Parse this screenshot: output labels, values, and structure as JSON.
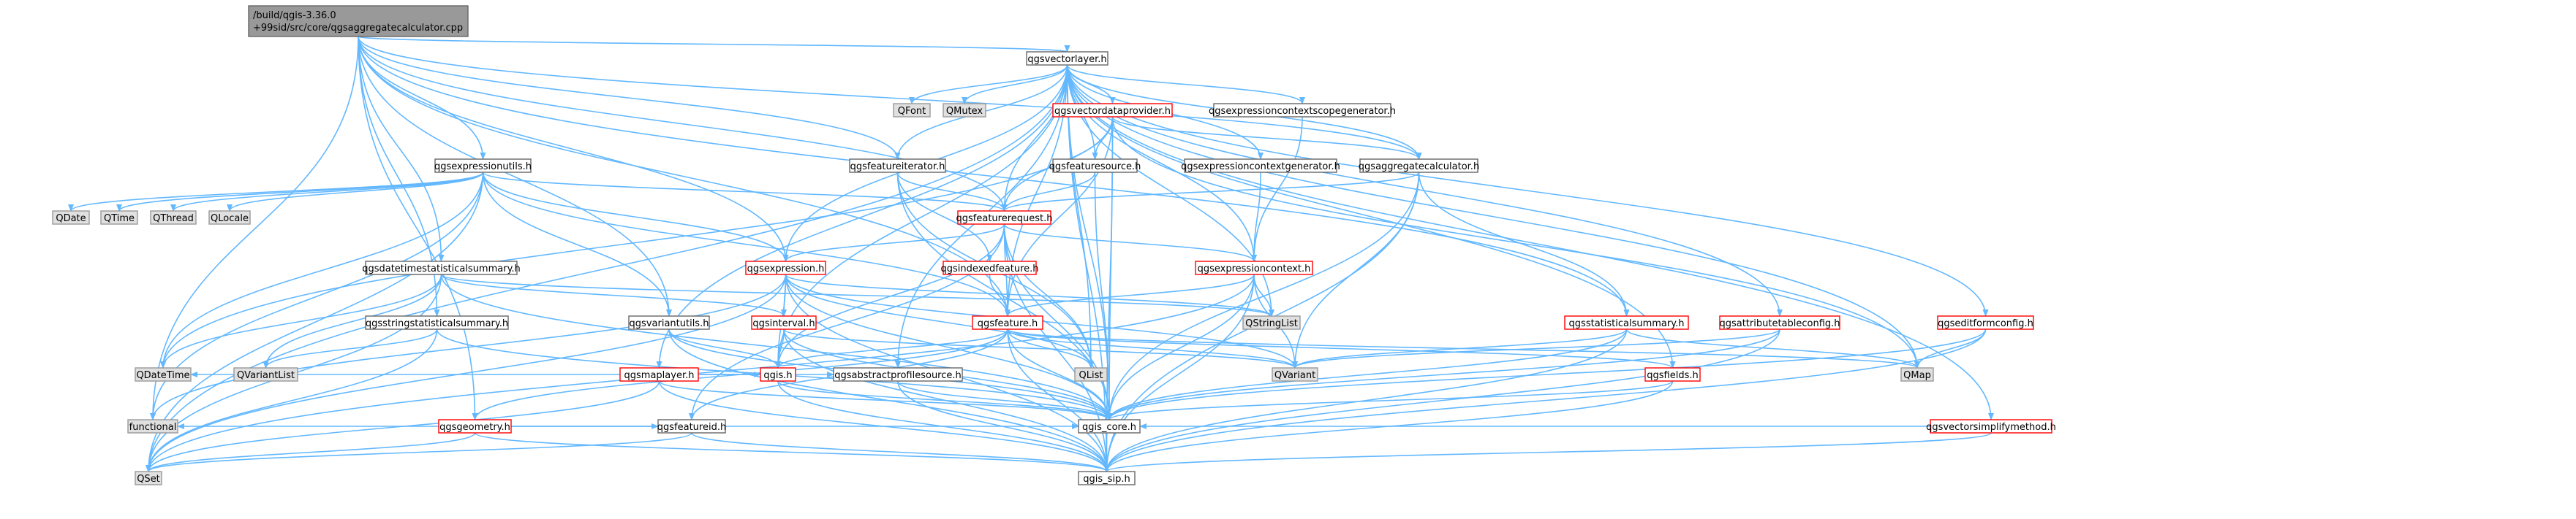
{
  "colors": {
    "edge": "#63b8ff",
    "root_fill": "#999999",
    "root_stroke": "#666666",
    "normal_fill": "#ffffff",
    "normal_stroke": "#666666",
    "red_stroke": "#ff0000",
    "ext_fill": "#e0e0e0",
    "ext_stroke": "#999999"
  },
  "nodes": [
    {
      "id": "root",
      "label": "/build/qgis-3.36.0\n+99sid/src/core/qgsaggregatecalculator.cpp",
      "type": "root"
    },
    {
      "id": "vl",
      "label": "qgsvectorlayer.h",
      "type": "normal"
    },
    {
      "id": "eu",
      "label": "qgsexpressionutils.h",
      "type": "normal"
    },
    {
      "id": "qfont",
      "label": "QFont",
      "type": "ext"
    },
    {
      "id": "qmutex",
      "label": "QMutex",
      "type": "ext"
    },
    {
      "id": "vdp",
      "label": "qgsvectordataprovider.h",
      "type": "red"
    },
    {
      "id": "ecsg",
      "label": "qgsexpressioncontextscopegenerator.h",
      "type": "normal"
    },
    {
      "id": "fi",
      "label": "qgsfeatureiterator.h",
      "type": "normal"
    },
    {
      "id": "fs",
      "label": "qgsfeaturesource.h",
      "type": "normal"
    },
    {
      "id": "ecg",
      "label": "qgsexpressioncontextgenerator.h",
      "type": "normal"
    },
    {
      "id": "ac",
      "label": "qgsaggregatecalculator.h",
      "type": "normal"
    },
    {
      "id": "qdate",
      "label": "QDate",
      "type": "ext"
    },
    {
      "id": "qtime",
      "label": "QTime",
      "type": "ext"
    },
    {
      "id": "qthread",
      "label": "QThread",
      "type": "ext"
    },
    {
      "id": "qlocale",
      "label": "QLocale",
      "type": "ext"
    },
    {
      "id": "fr",
      "label": "qgsfeaturerequest.h",
      "type": "red"
    },
    {
      "id": "dtss",
      "label": "qgsdatetimestatisticalsummary.h",
      "type": "normal"
    },
    {
      "id": "expr",
      "label": "qgsexpression.h",
      "type": "red"
    },
    {
      "id": "if",
      "label": "qgsindexedfeature.h",
      "type": "red"
    },
    {
      "id": "ec",
      "label": "qgsexpressioncontext.h",
      "type": "red"
    },
    {
      "id": "sss",
      "label": "qgsstringstatisticalsummary.h",
      "type": "normal"
    },
    {
      "id": "varu",
      "label": "qgsvariantutils.h",
      "type": "normal"
    },
    {
      "id": "intv",
      "label": "qgsinterval.h",
      "type": "red"
    },
    {
      "id": "feat",
      "label": "qgsfeature.h",
      "type": "red"
    },
    {
      "id": "qsl",
      "label": "QStringList",
      "type": "ext"
    },
    {
      "id": "ss",
      "label": "qgsstatisticalsummary.h",
      "type": "red"
    },
    {
      "id": "atc",
      "label": "qgsattributetableconfig.h",
      "type": "red"
    },
    {
      "id": "efc",
      "label": "qgseditformconfig.h",
      "type": "red"
    },
    {
      "id": "ml",
      "label": "qgsmaplayer.h",
      "type": "red"
    },
    {
      "id": "qvl",
      "label": "QVariantList",
      "type": "ext"
    },
    {
      "id": "qdt",
      "label": "QDateTime",
      "type": "ext"
    },
    {
      "id": "qgis",
      "label": "qgis.h",
      "type": "red"
    },
    {
      "id": "apls",
      "label": "qgsabstractprofilesource.h",
      "type": "normal"
    },
    {
      "id": "qlist",
      "label": "QList",
      "type": "ext"
    },
    {
      "id": "qvar",
      "label": "QVariant",
      "type": "ext"
    },
    {
      "id": "fields",
      "label": "qgsfields.h",
      "type": "red"
    },
    {
      "id": "qmap",
      "label": "QMap",
      "type": "ext"
    },
    {
      "id": "vsm",
      "label": "qgsvectorsimplifymethod.h",
      "type": "red"
    },
    {
      "id": "geom",
      "label": "qgsgeometry.h",
      "type": "red"
    },
    {
      "id": "func",
      "label": "functional",
      "type": "ext"
    },
    {
      "id": "fid",
      "label": "qgsfeatureid.h",
      "type": "normal"
    },
    {
      "id": "core",
      "label": "qgis_core.h",
      "type": "normal"
    },
    {
      "id": "qset",
      "label": "QSet",
      "type": "ext"
    },
    {
      "id": "sip",
      "label": "qgis_sip.h",
      "type": "normal"
    }
  ],
  "edges": [
    [
      "root",
      "vl"
    ],
    [
      "root",
      "eu"
    ],
    [
      "root",
      "ac"
    ],
    [
      "root",
      "fi"
    ],
    [
      "root",
      "fr"
    ],
    [
      "root",
      "feat"
    ],
    [
      "root",
      "dtss"
    ],
    [
      "root",
      "sss"
    ],
    [
      "root",
      "geom"
    ],
    [
      "root",
      "ss"
    ],
    [
      "root",
      "varu"
    ],
    [
      "root",
      "func"
    ],
    [
      "root",
      "expr"
    ],
    [
      "vl",
      "qfont"
    ],
    [
      "vl",
      "qmutex"
    ],
    [
      "vl",
      "vdp"
    ],
    [
      "vl",
      "ecsg"
    ],
    [
      "vl",
      "fi"
    ],
    [
      "vl",
      "fs"
    ],
    [
      "vl",
      "ecg"
    ],
    [
      "vl",
      "ac"
    ],
    [
      "vl",
      "fr"
    ],
    [
      "vl",
      "feat"
    ],
    [
      "vl",
      "ec"
    ],
    [
      "vl",
      "ml"
    ],
    [
      "vl",
      "qgis"
    ],
    [
      "vl",
      "qset"
    ],
    [
      "vl",
      "qsl"
    ],
    [
      "vl",
      "qlist"
    ],
    [
      "vl",
      "qmap"
    ],
    [
      "vl",
      "fields"
    ],
    [
      "vl",
      "efc"
    ],
    [
      "vl",
      "atc"
    ],
    [
      "vl",
      "vsm"
    ],
    [
      "vl",
      "core"
    ],
    [
      "vl",
      "sip"
    ],
    [
      "vl",
      "apls"
    ],
    [
      "vl",
      "expr"
    ],
    [
      "vdp",
      "fs"
    ],
    [
      "vdp",
      "fr"
    ],
    [
      "vdp",
      "feat"
    ],
    [
      "vdp",
      "ac"
    ],
    [
      "vdp",
      "qmap"
    ],
    [
      "vdp",
      "core"
    ],
    [
      "vdp",
      "sip"
    ],
    [
      "vdp",
      "qdt"
    ],
    [
      "eu",
      "qdate"
    ],
    [
      "eu",
      "qtime"
    ],
    [
      "eu",
      "qthread"
    ],
    [
      "eu",
      "qlocale"
    ],
    [
      "eu",
      "fr"
    ],
    [
      "eu",
      "expr"
    ],
    [
      "eu",
      "feat"
    ],
    [
      "eu",
      "varu"
    ],
    [
      "eu",
      "qdt"
    ],
    [
      "eu",
      "func"
    ],
    [
      "eu",
      "qset"
    ],
    [
      "fi",
      "fr"
    ],
    [
      "fi",
      "if"
    ],
    [
      "fi",
      "qlist"
    ],
    [
      "fi",
      "core"
    ],
    [
      "fs",
      "fr"
    ],
    [
      "fs",
      "core"
    ],
    [
      "ecg",
      "ec"
    ],
    [
      "ecsg",
      "ec"
    ],
    [
      "ac",
      "fr"
    ],
    [
      "ac",
      "ss"
    ],
    [
      "ac",
      "qvar"
    ],
    [
      "ac",
      "core"
    ],
    [
      "ac",
      "sip"
    ],
    [
      "fr",
      "expr"
    ],
    [
      "fr",
      "feat"
    ],
    [
      "fr",
      "ec"
    ],
    [
      "fr",
      "qgis"
    ],
    [
      "fr",
      "qlist"
    ],
    [
      "fr",
      "core"
    ],
    [
      "fr",
      "sip"
    ],
    [
      "fr",
      "fid"
    ],
    [
      "if",
      "feat"
    ],
    [
      "dtss",
      "qdt"
    ],
    [
      "dtss",
      "qvl"
    ],
    [
      "dtss",
      "intv"
    ],
    [
      "dtss",
      "core"
    ],
    [
      "dtss",
      "qset"
    ],
    [
      "dtss",
      "qsl"
    ],
    [
      "expr",
      "qsl"
    ],
    [
      "expr",
      "qvar"
    ],
    [
      "expr",
      "qlist"
    ],
    [
      "expr",
      "qset"
    ],
    [
      "expr",
      "core"
    ],
    [
      "expr",
      "intv"
    ],
    [
      "expr",
      "qgis"
    ],
    [
      "expr",
      "func"
    ],
    [
      "expr",
      "sip"
    ],
    [
      "ec",
      "qsl"
    ],
    [
      "ec",
      "qvar"
    ],
    [
      "ec",
      "feat"
    ],
    [
      "ec",
      "core"
    ],
    [
      "ec",
      "sip"
    ],
    [
      "ec",
      "qset"
    ],
    [
      "sss",
      "qvl"
    ],
    [
      "sss",
      "qset"
    ],
    [
      "sss",
      "core"
    ],
    [
      "varu",
      "qgis"
    ],
    [
      "varu",
      "core"
    ],
    [
      "varu",
      "sip"
    ],
    [
      "intv",
      "qvar"
    ],
    [
      "intv",
      "core"
    ],
    [
      "intv",
      "sip"
    ],
    [
      "intv",
      "qgis"
    ],
    [
      "feat",
      "qlist"
    ],
    [
      "feat",
      "qmap"
    ],
    [
      "feat",
      "qvar"
    ],
    [
      "feat",
      "fields"
    ],
    [
      "feat",
      "geom"
    ],
    [
      "feat",
      "fid"
    ],
    [
      "feat",
      "core"
    ],
    [
      "feat",
      "sip"
    ],
    [
      "feat",
      "qgis"
    ],
    [
      "ss",
      "qvar"
    ],
    [
      "ss",
      "qmap"
    ],
    [
      "ss",
      "core"
    ],
    [
      "ss",
      "sip"
    ],
    [
      "atc",
      "qvar"
    ],
    [
      "atc",
      "core"
    ],
    [
      "atc",
      "sip"
    ],
    [
      "efc",
      "qmap"
    ],
    [
      "efc",
      "core"
    ],
    [
      "efc",
      "sip"
    ],
    [
      "ml",
      "qdt"
    ],
    [
      "ml",
      "qgis"
    ],
    [
      "ml",
      "apls"
    ],
    [
      "ml",
      "core"
    ],
    [
      "ml",
      "sip"
    ],
    [
      "ml",
      "qset"
    ],
    [
      "apls",
      "core"
    ],
    [
      "apls",
      "sip"
    ],
    [
      "qgis",
      "core"
    ],
    [
      "qgis",
      "sip"
    ],
    [
      "fields",
      "core"
    ],
    [
      "fields",
      "sip"
    ],
    [
      "vsm",
      "core"
    ],
    [
      "vsm",
      "sip"
    ],
    [
      "geom",
      "func"
    ],
    [
      "geom",
      "core"
    ],
    [
      "geom",
      "sip"
    ],
    [
      "geom",
      "qset"
    ],
    [
      "geom",
      "fid"
    ],
    [
      "fid",
      "qset"
    ],
    [
      "fid",
      "sip"
    ]
  ]
}
